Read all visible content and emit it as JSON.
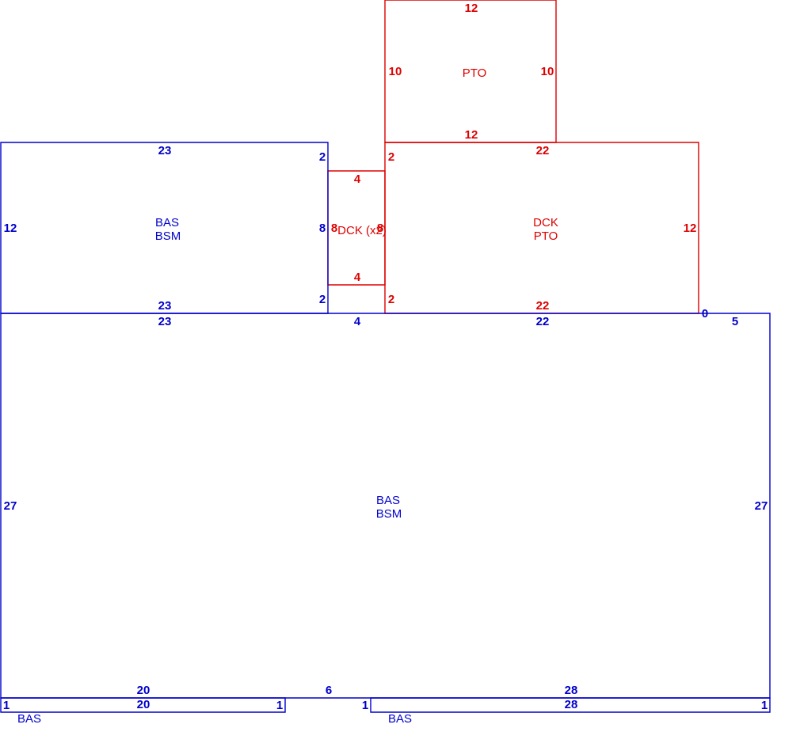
{
  "colors": {
    "dwelling": "#0000cc",
    "exterior": "#dd0000",
    "background": "#ffffff"
  },
  "areas": {
    "upper_left": {
      "code": "BAS",
      "subcode": "BSM",
      "dims": {
        "top": "23",
        "top_right": "2",
        "left": "12",
        "right": "8",
        "bottom_right": "2",
        "bottom": "23"
      }
    },
    "pto_top": {
      "code": "PTO",
      "dims": {
        "top": "12",
        "left": "10",
        "right": "10",
        "bottom": "12"
      }
    },
    "deck_small": {
      "code": "DCK (x2)",
      "dims": {
        "top": "4",
        "left": "8",
        "right": "8",
        "bottom": "4"
      }
    },
    "deck_pto": {
      "code": "DCK",
      "subcode": "PTO",
      "dims": {
        "top": "22",
        "top_left": "2",
        "right": "12",
        "bottom_left": "2",
        "bottom": "22",
        "corner": "0"
      }
    },
    "main": {
      "code": "BAS",
      "subcode": "BSM",
      "dims": {
        "top_left": "23",
        "top_mid": "4",
        "top_center": "22",
        "top_right": "5",
        "left": "27",
        "right": "27",
        "bottom_left": "20",
        "bottom_mid": "6",
        "bottom_right": "28"
      }
    },
    "strip_left": {
      "code": "BAS",
      "dims": {
        "top": "20",
        "left": "1",
        "right": "1"
      }
    },
    "strip_right": {
      "code": "BAS",
      "dims": {
        "top": "28",
        "left": "1",
        "right": "1"
      }
    }
  }
}
